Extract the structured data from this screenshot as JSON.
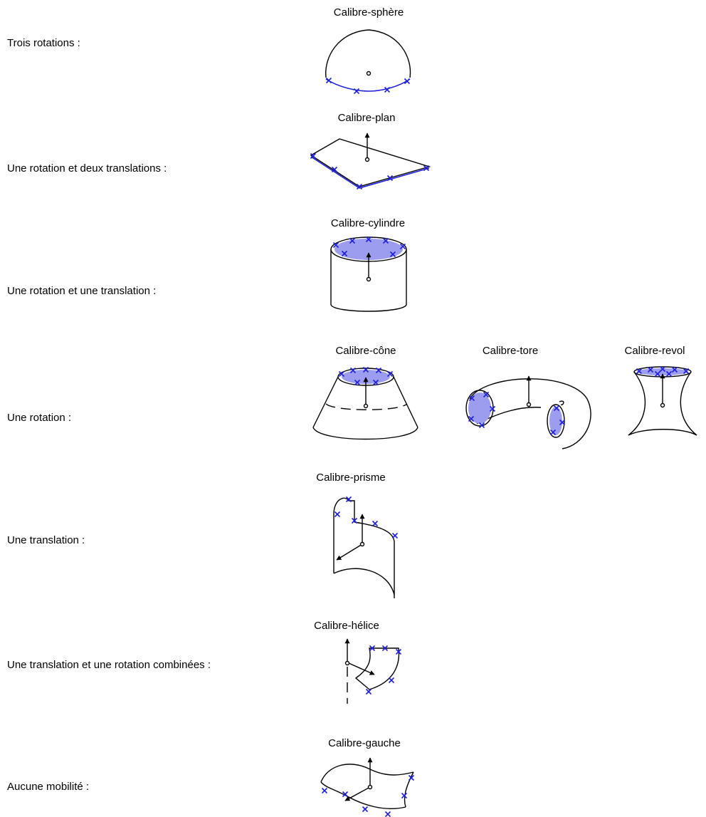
{
  "rows": [
    {
      "label": "Trois rotations :",
      "titles": [
        "Calibre-sphère"
      ]
    },
    {
      "label": "Une rotation et deux translations :",
      "titles": [
        "Calibre-plan"
      ]
    },
    {
      "label": "Une rotation et une translation :",
      "titles": [
        "Calibre-cylindre"
      ]
    },
    {
      "label": "Une rotation :",
      "titles": [
        "Calibre-cône",
        "Calibre-tore",
        "Calibre-revol"
      ]
    },
    {
      "label": "Une translation :",
      "titles": [
        "Calibre-prisme"
      ]
    },
    {
      "label": "Une translation et une rotation combinées :",
      "titles": [
        "Calibre-hélice"
      ]
    },
    {
      "label": "Aucune mobilité :",
      "titles": [
        "Calibre-gauche"
      ]
    }
  ],
  "colors": {
    "marker": "#1f1fd6",
    "face_fill": "#9d9df0",
    "line": "#000000"
  }
}
